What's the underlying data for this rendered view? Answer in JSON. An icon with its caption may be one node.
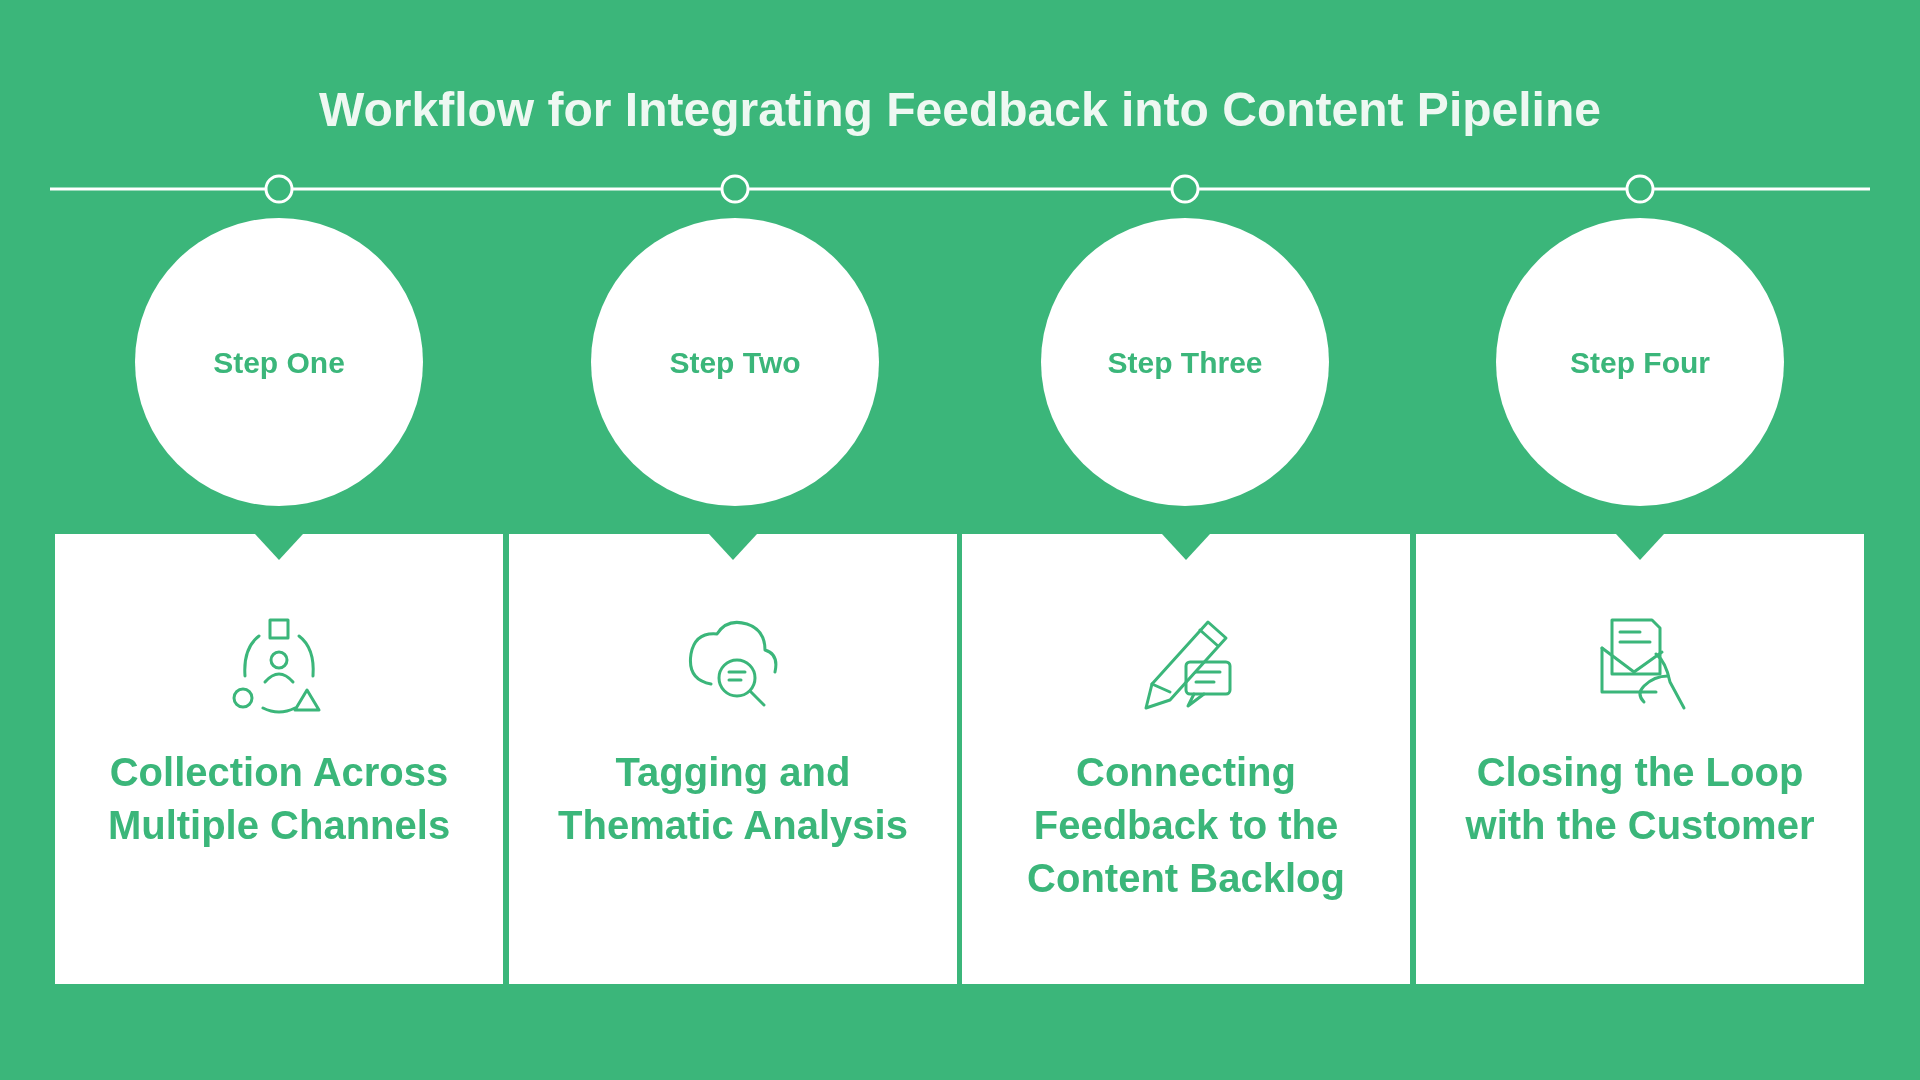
{
  "diagram": {
    "title": "Workflow for Integrating Feedback into Content Pipeline",
    "nodes": [
      {
        "text": [
          "Step One"
        ]
      },
      {
        "text": [
          "Step Two"
        ]
      },
      {
        "text": [
          "Step Three"
        ]
      },
      {
        "text": [
          "Step Four"
        ]
      },
      {
        "text": [
          "Collection Across Multiple Channels"
        ]
      },
      {
        "text": [
          "Tagging and Thematic Analysis"
        ]
      },
      {
        "text": [
          "Connecting Feedback to the Content Backlog"
        ]
      },
      {
        "text": [
          "Closing the Loop with the Customer"
        ]
      }
    ]
  }
}
